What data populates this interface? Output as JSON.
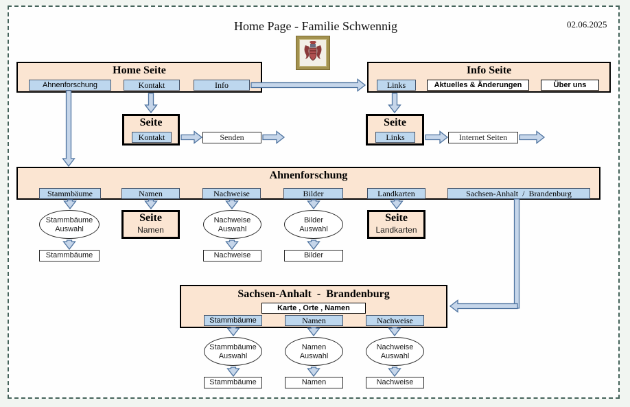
{
  "page": {
    "title": "Home Page - Familie Schwennig",
    "date": "02.06.2025"
  },
  "icons": {
    "crest": "family-coat-of-arms"
  },
  "colors": {
    "box_fill_peach": "#FBE5D2",
    "button_blue": "#BDD7EE",
    "arrow_fill": "#C6D6EA",
    "arrow_stroke": "#4F74A0",
    "page_border_dash": "#44635a",
    "box_border": "#000000"
  },
  "home": {
    "title": "Home Seite",
    "btn_ahnenforschung": "Ahnenforschung",
    "btn_kontakt": "Kontakt",
    "btn_info": "Info"
  },
  "info": {
    "title": "Info Seite",
    "btn_links": "Links",
    "btn_aktuelles": "Aktuelles & Änderungen",
    "btn_ueber": "Über uns"
  },
  "kontakt_page": {
    "title": "Seite",
    "btn": "Kontakt",
    "senden": "Senden"
  },
  "links_page": {
    "title": "Seite",
    "btn": "Links",
    "internet": "Internet Seiten"
  },
  "ahnen": {
    "title": "Ahnenforschung",
    "btn_stammbaeume": "Stammbäume",
    "btn_namen": "Namen",
    "btn_nachweise": "Nachweise",
    "btn_bilder": "Bilder",
    "btn_landkarten": "Landkarten",
    "btn_sachsen": "Sachsen-Anhalt  /  Brandenburg"
  },
  "namen_page": {
    "title": "Seite",
    "label": "Namen"
  },
  "landkarten_page": {
    "title": "Seite",
    "label": "Landkarten"
  },
  "ellipses": {
    "stammbaeume": [
      "Stammbäume",
      "Auswahl"
    ],
    "nachweise": [
      "Nachweise",
      "Auswahl"
    ],
    "bilder": [
      "Bilder",
      "Auswahl"
    ]
  },
  "rects": {
    "stammbaeume": "Stammbäume",
    "nachweise": "Nachweise",
    "bilder": "Bilder"
  },
  "sachsen": {
    "title": "Sachsen-Anhalt  -  Brandenburg",
    "subtitle": "Karte , Orte , Namen",
    "btn_stammbaeume": "Stammbäume",
    "btn_namen": "Namen",
    "btn_nachweise": "Nachweise"
  },
  "sachsen_ellipses": {
    "stammbaeume": [
      "Stammbäume",
      "Auswahl"
    ],
    "namen": [
      "Namen",
      "Auswahl"
    ],
    "nachweise": [
      "Nachweise",
      "Auswahl"
    ]
  },
  "sachsen_rects": {
    "stammbaeume": "Stammbäume",
    "namen": "Namen",
    "nachweise": "Nachweise"
  }
}
